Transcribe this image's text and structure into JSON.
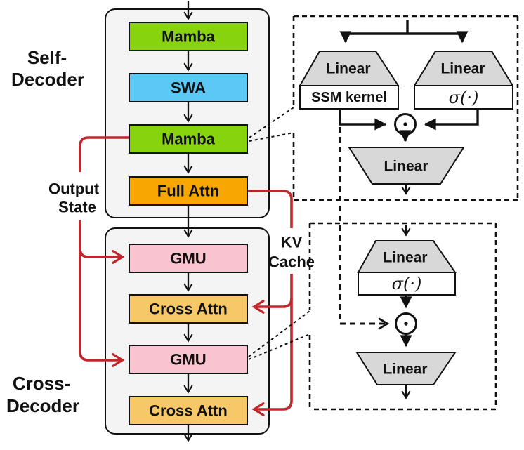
{
  "colors": {
    "green": "#86D30E",
    "blue": "#5BC8F5",
    "orange": "#F8A602",
    "pink": "#FAC3D0",
    "amber": "#F7C868",
    "gray": "#D8D8D8",
    "container": "#F4F4F4",
    "red": "#C2262D",
    "ink": "#111111",
    "white": "#FFFFFF"
  },
  "left": {
    "self_decoder": [
      "Self-",
      "Decoder"
    ],
    "cross_decoder": [
      "Cross-",
      "Decoder"
    ],
    "output_state": [
      "Output",
      "State"
    ],
    "kv_cache": [
      "KV",
      "Cache"
    ],
    "blocks": {
      "mamba1": "Mamba",
      "swa": "SWA",
      "mamba2": "Mamba",
      "full_attn": "Full Attn",
      "gmu1": "GMU",
      "cross_attn1": "Cross Attn",
      "gmu2": "GMU",
      "cross_attn2": "Cross Attn"
    }
  },
  "mamba_detail": {
    "linear_left": "Linear",
    "linear_right": "Linear",
    "ssm_kernel": "SSM kernel",
    "sigma": "σ(·)",
    "linear_out": "Linear"
  },
  "gmu_detail": {
    "linear_in": "Linear",
    "sigma": "σ(·)",
    "linear_out": "Linear"
  }
}
